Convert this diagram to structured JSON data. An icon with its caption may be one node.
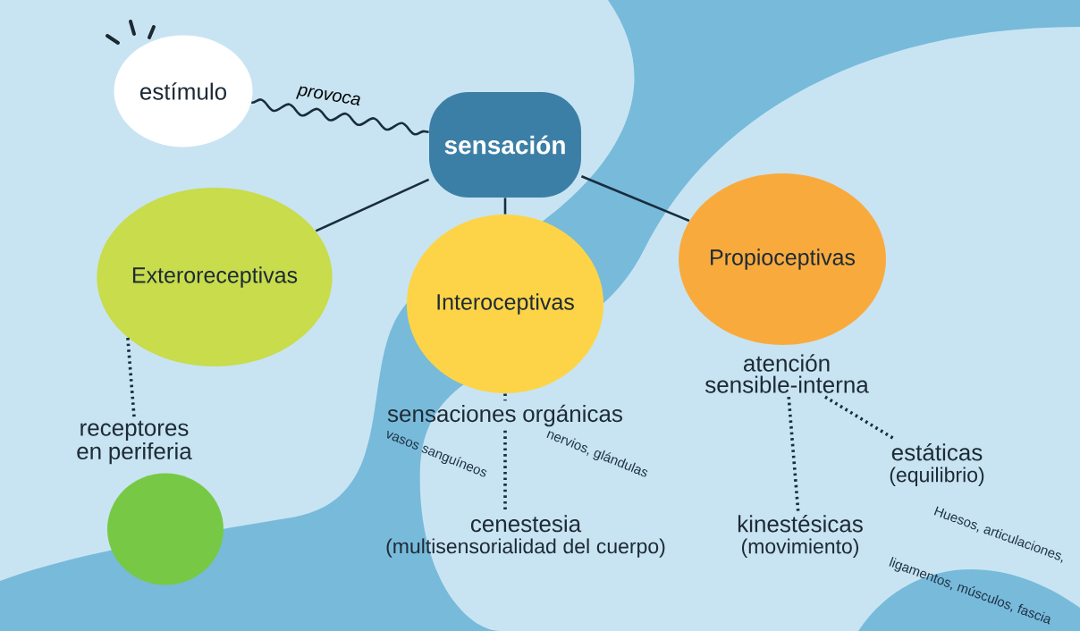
{
  "diagram": {
    "nodes": [
      {
        "text": [
          "estímulo"
        ]
      },
      {
        "text": [
          "sensación"
        ]
      },
      {
        "text": [
          "Exteroreceptivas"
        ]
      },
      {
        "text": [
          "Interoceptivas"
        ]
      },
      {
        "text": [
          "Propioceptivas"
        ]
      },
      {
        "text": [
          "receptores en periferia"
        ]
      },
      {
        "text": [],
        "shape": "circle"
      },
      {
        "text": [
          "sensaciones orgánicas"
        ]
      },
      {
        "text": [
          "cenestesia",
          "(multisensorialidad del cuerpo)"
        ]
      },
      {
        "text": [
          "atención sensible-interna"
        ]
      },
      {
        "text": [
          "kinestésicas",
          "(movimiento)"
        ]
      },
      {
        "text": [
          "estáticas",
          "(equilibrio)"
        ]
      }
    ],
    "edges": [
      {
        "from": 0,
        "to": 1,
        "arrow": "none",
        "label": "provoca"
      },
      {
        "from": 1,
        "to": 2,
        "arrow": "none"
      },
      {
        "from": 1,
        "to": 3,
        "arrow": "none"
      },
      {
        "from": 1,
        "to": 4,
        "arrow": "none"
      },
      {
        "from": 2,
        "to": 5,
        "arrow": "none",
        "style": "dashed"
      },
      {
        "from": 3,
        "to": 7,
        "arrow": "none",
        "style": "dashed"
      },
      {
        "from": 7,
        "to": 8,
        "arrow": "none",
        "style": "dashed"
      },
      {
        "from": 9,
        "to": 10,
        "arrow": "none",
        "style": "dashed"
      },
      {
        "from": 9,
        "to": 11,
        "arrow": "none",
        "style": "dashed"
      }
    ],
    "labels": [
      "vasos sanguíneos",
      "nervios, glándulas",
      "Huesos, articulaciones,",
      "ligamentos, músculos, fascia"
    ]
  }
}
